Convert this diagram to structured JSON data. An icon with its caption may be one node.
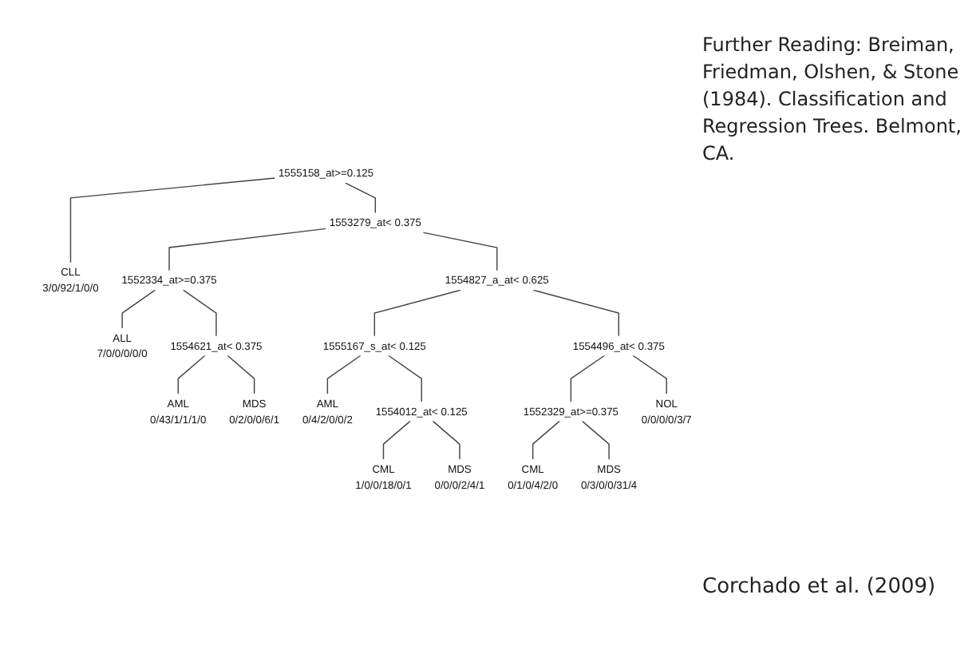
{
  "diagram": {
    "nodes": [
      {
        "text": [
          "1555158_at>=0.125"
        ]
      },
      {
        "text": [
          "CLL",
          "3/0/92/1/0/0"
        ]
      },
      {
        "text": [
          "1553279_at< 0.375"
        ]
      },
      {
        "text": [
          "1552334_at>=0.375"
        ]
      },
      {
        "text": [
          "ALL",
          "7/0/0/0/0/0"
        ]
      },
      {
        "text": [
          "1554621_at< 0.375"
        ]
      },
      {
        "text": [
          "AML",
          "0/43/1/1/1/0"
        ]
      },
      {
        "text": [
          "MDS",
          "0/2/0/0/6/1"
        ]
      },
      {
        "text": [
          "1554827_a_at< 0.625"
        ]
      },
      {
        "text": [
          "1555167_s_at< 0.125"
        ]
      },
      {
        "text": [
          "AML",
          "0/4/2/0/0/2"
        ]
      },
      {
        "text": [
          "1554012_at< 0.125"
        ]
      },
      {
        "text": [
          "CML",
          "1/0/0/18/0/1"
        ]
      },
      {
        "text": [
          "MDS",
          "0/0/0/2/4/1"
        ]
      },
      {
        "text": [
          "1554496_at< 0.375"
        ]
      },
      {
        "text": [
          "1552329_at>=0.375"
        ]
      },
      {
        "text": [
          "CML",
          "0/1/0/4/2/0"
        ]
      },
      {
        "text": [
          "MDS",
          "0/3/0/0/31/4"
        ]
      },
      {
        "text": [
          "NOL",
          "0/0/0/0/3/7"
        ]
      }
    ],
    "edges": [
      {
        "from": 0,
        "to": 1,
        "arrow": "none"
      },
      {
        "from": 0,
        "to": 2,
        "arrow": "none"
      },
      {
        "from": 2,
        "to": 3,
        "arrow": "none"
      },
      {
        "from": 2,
        "to": 8,
        "arrow": "none"
      },
      {
        "from": 3,
        "to": 4,
        "arrow": "none"
      },
      {
        "from": 3,
        "to": 5,
        "arrow": "none"
      },
      {
        "from": 5,
        "to": 6,
        "arrow": "none"
      },
      {
        "from": 5,
        "to": 7,
        "arrow": "none"
      },
      {
        "from": 8,
        "to": 9,
        "arrow": "none"
      },
      {
        "from": 8,
        "to": 14,
        "arrow": "none"
      },
      {
        "from": 9,
        "to": 10,
        "arrow": "none"
      },
      {
        "from": 9,
        "to": 11,
        "arrow": "none"
      },
      {
        "from": 11,
        "to": 12,
        "arrow": "none"
      },
      {
        "from": 11,
        "to": 13,
        "arrow": "none"
      },
      {
        "from": 14,
        "to": 15,
        "arrow": "none"
      },
      {
        "from": 14,
        "to": 18,
        "arrow": "none"
      },
      {
        "from": 15,
        "to": 16,
        "arrow": "none"
      },
      {
        "from": 15,
        "to": 17,
        "arrow": "none"
      }
    ],
    "labels": [
      "Further Reading: Breiman, Friedman, Olshen, & Stone (1984). Classification and Regression Trees. Belmont, CA.",
      "Corchado et al. (2009)"
    ]
  }
}
